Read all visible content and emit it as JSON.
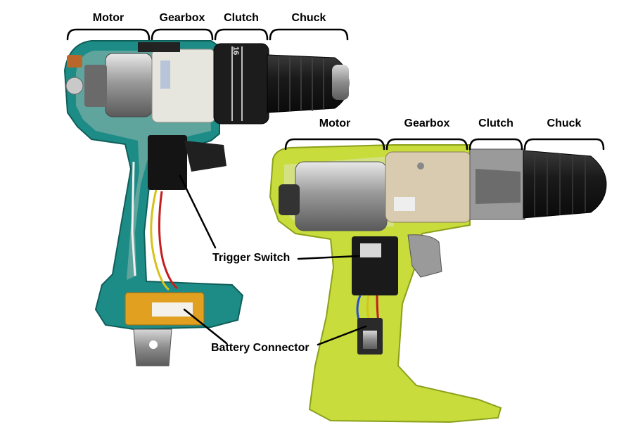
{
  "left_drill": {
    "section_labels": [
      "Motor",
      "Gearbox",
      "Clutch",
      "Chuck"
    ],
    "clutch_number": "16",
    "body_color": "#1e8c86"
  },
  "right_drill": {
    "section_labels": [
      "Motor",
      "Gearbox",
      "Clutch",
      "Chuck"
    ],
    "body_color": "#c8dc3c"
  },
  "callouts": {
    "trigger_switch": "Trigger Switch",
    "battery_connector": "Battery Connector"
  }
}
